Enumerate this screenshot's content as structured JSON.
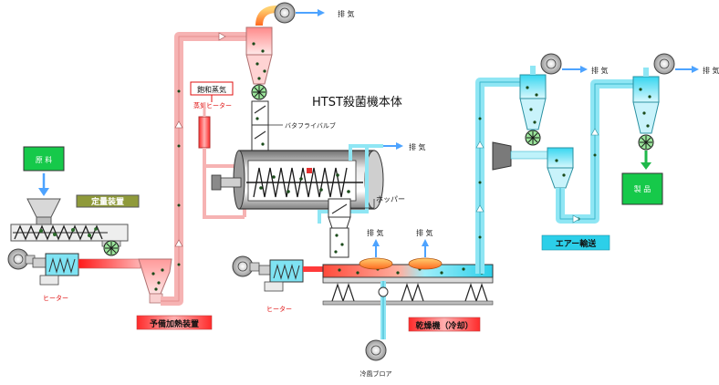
{
  "labels": {
    "raw_material": "原 料",
    "metering_unit": "定量装置",
    "heater_left": "ヒーター",
    "preheater": "予備加熱装置",
    "saturated_steam": "飽和蒸気",
    "steam_heater": "蒸気ヒーター",
    "butterfly_valve": "バタフライバルブ",
    "main_unit": "HTST殺菌機本体",
    "hopper": "ホッパー",
    "exhaust_top": "排 気",
    "exhaust_main": "排 気",
    "exhaust_dryer_1": "排 気",
    "exhaust_dryer_2": "排 気",
    "exhaust_air_1": "排 気",
    "exhaust_air_2": "排 気",
    "heater_dryer": "ヒーター",
    "dryer": "乾燥機（冷却）",
    "cooling_blower": "冷風ブロア",
    "air_transport": "エアー輸送",
    "product": "製 品"
  },
  "colors": {
    "label_green": "#16c94a",
    "label_khaki": "#8f9a3a",
    "hot_red": "#ff2a2a",
    "pipe_pink": "#f6b3b3",
    "pipe_cyan": "#8fe6f4",
    "cool_cyan": "#1cc9e8"
  }
}
